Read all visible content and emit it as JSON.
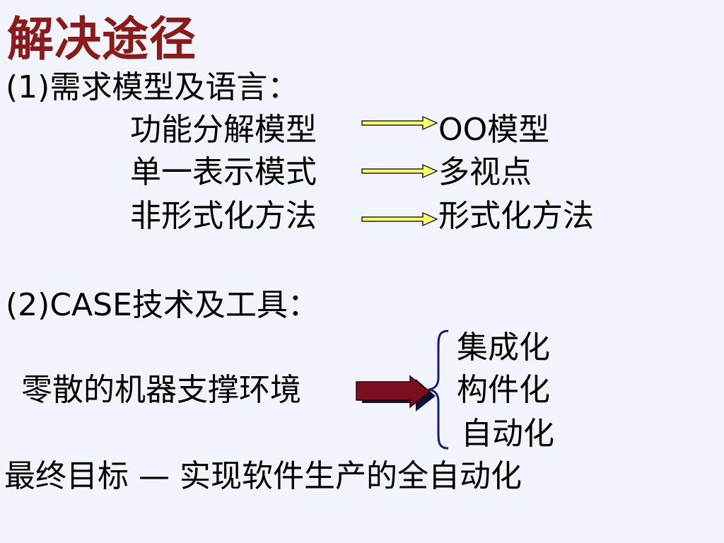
{
  "title": "解决途径",
  "section1": {
    "heading": "(1)需求模型及语言：",
    "rows": [
      {
        "from": "功能分解模型",
        "to": "OO模型"
      },
      {
        "from": "单一表示模式",
        "to": "多视点"
      },
      {
        "from": "非形式化方法",
        "to": "形式化方法"
      }
    ]
  },
  "section2": {
    "heading": "(2)CASE技术及工具：",
    "source": "零散的机器支撑环境",
    "targets": [
      "集成化",
      "构件化",
      "自动化"
    ]
  },
  "goal": "最终目标 — 实现软件生产的全自动化",
  "colors": {
    "title": "#8b1a1a",
    "thin_arrow_fill": "#ffff66",
    "thick_arrow_fill": "#7b0f1f",
    "brace": "#1a1a80",
    "background": "#f1f4fb"
  }
}
